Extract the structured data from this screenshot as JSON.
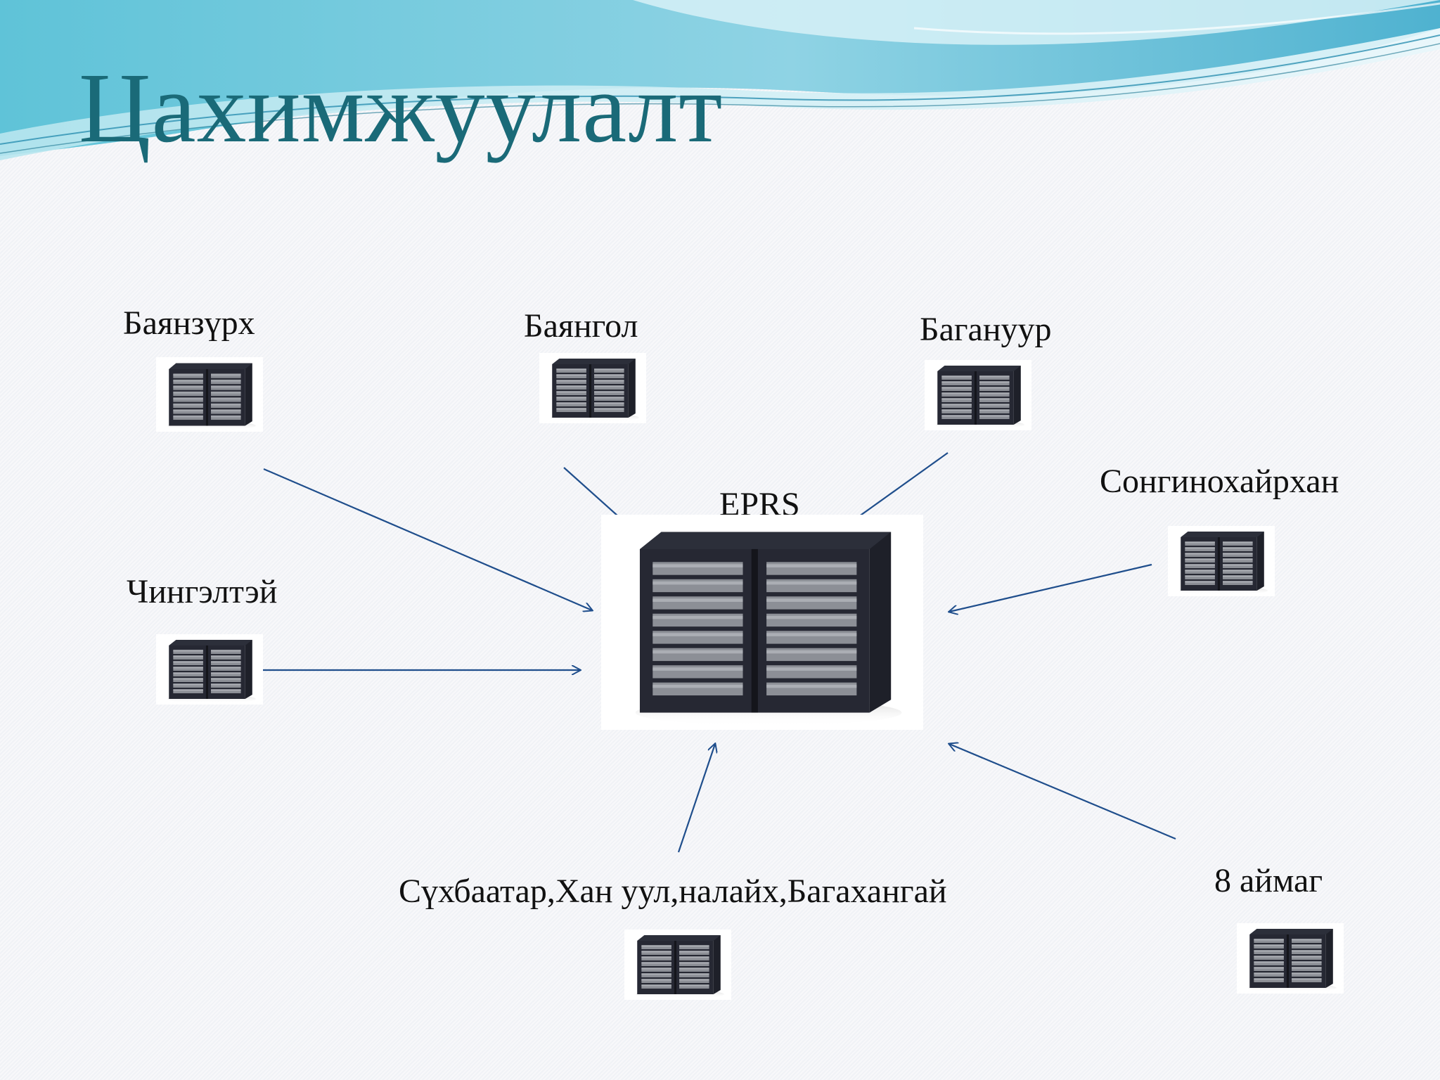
{
  "slide": {
    "title": "Цахимжуулалт"
  },
  "diagram": {
    "hub": {
      "label": "EPRS",
      "icon": "server-rack-icon"
    },
    "nodes": [
      {
        "id": "bayanzurkh",
        "label": "Баянзүрх",
        "icon": "server-rack-icon"
      },
      {
        "id": "bayangol",
        "label": "Баянгол",
        "icon": "server-rack-icon"
      },
      {
        "id": "baganuur",
        "label": "Багануур",
        "icon": "server-rack-icon"
      },
      {
        "id": "songinokhairkhan",
        "label": "Сонгинохайрхан",
        "icon": "server-rack-icon"
      },
      {
        "id": "chingeltei",
        "label": "Чингэлтэй",
        "icon": "server-rack-icon"
      },
      {
        "id": "sukhbaatar_group",
        "label": "Сүхбаатар,Хан уул,налайх,Багахангай",
        "icon": "server-rack-icon"
      },
      {
        "id": "aimag8",
        "label": "8 аймаг",
        "icon": "server-rack-icon"
      }
    ],
    "edges": [
      {
        "from": "bayanzurkh",
        "to": "EPRS"
      },
      {
        "from": "bayangol",
        "to": "EPRS"
      },
      {
        "from": "baganuur",
        "to": "EPRS"
      },
      {
        "from": "songinokhairkhan",
        "to": "EPRS"
      },
      {
        "from": "chingeltei",
        "to": "EPRS"
      },
      {
        "from": "sukhbaatar_group",
        "to": "EPRS"
      },
      {
        "from": "aimag8",
        "to": "EPRS"
      }
    ],
    "arrow_color": "#1f4e8c"
  }
}
